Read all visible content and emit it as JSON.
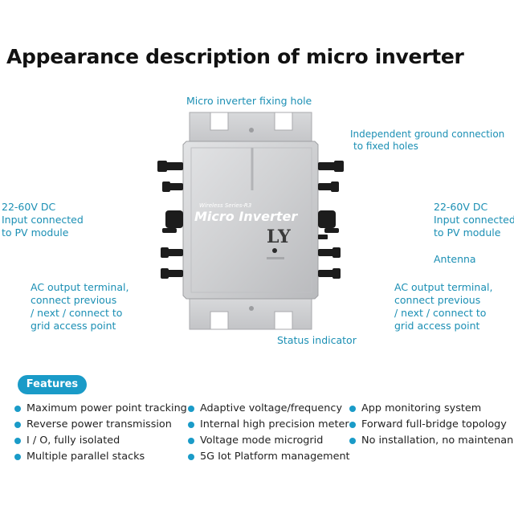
{
  "title": "Appearance description of micro inverter",
  "labels": {
    "fixing_hole": "Micro inverter fixing hole",
    "ground_connection": [
      "Independent ground connection",
      "to fixed holes"
    ],
    "dc_left": [
      "22-60V DC",
      "Input connected",
      "to PV module"
    ],
    "dc_right": [
      "22-60V DC",
      "Input connected",
      "to PV module"
    ],
    "antenna": "Antenna",
    "ac_left": [
      "AC output terminal,",
      "connect  previous",
      "/ next / connect to",
      "grid  access  point"
    ],
    "ac_right": [
      "AC output terminal,",
      "connect  previous",
      "/ next / connect to",
      "grid  access  point"
    ],
    "status_indicator": "Status indicator"
  },
  "device": {
    "series_text": "Wireless Series-R3",
    "model_text": "Micro Inverter",
    "brand_text": "LY",
    "body_color": "#cfd0d2",
    "connector_color": "#1c1c1c"
  },
  "features": {
    "badge": "Features",
    "columns": [
      [
        "Maximum power point tracking",
        "Reverse power transmission",
        "I / O, fully isolated",
        "Multiple parallel stacks"
      ],
      [
        "Adaptive voltage/frequency",
        "Internal high precision meter",
        "Voltage mode microgrid",
        "5G Iot Platform management"
      ],
      [
        "App monitoring system",
        "Forward full-bridge topology",
        "No installation, no maintenance"
      ]
    ],
    "accent_color": "#1a9bc8"
  }
}
